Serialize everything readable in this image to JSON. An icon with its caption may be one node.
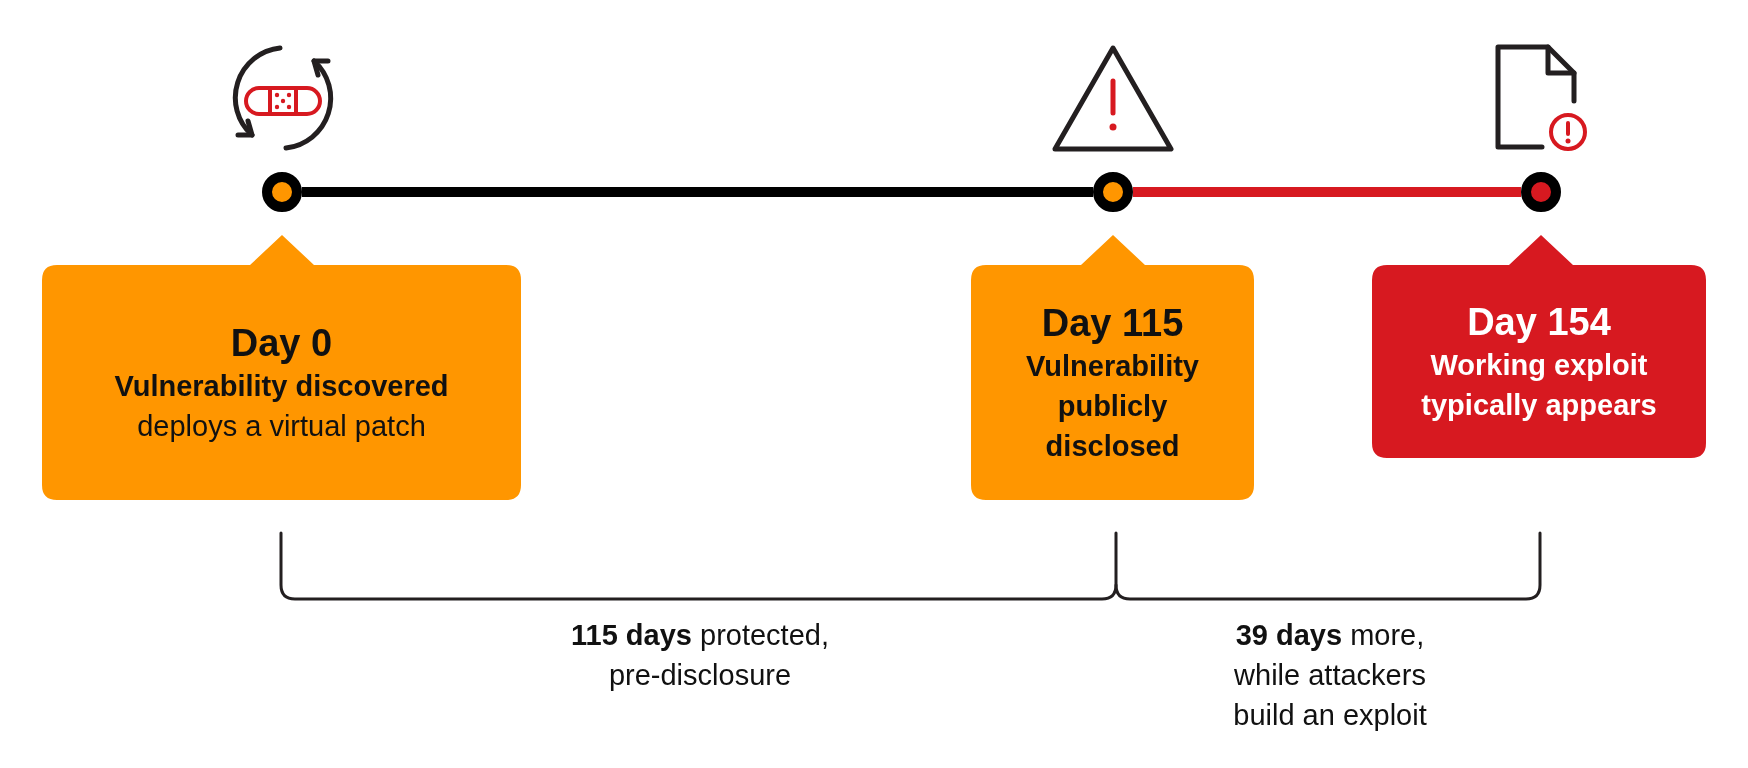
{
  "diagram": {
    "nodes": [
      {
        "text": [],
        "shape": "circle"
      },
      {
        "text": [],
        "shape": "circle"
      },
      {
        "text": [],
        "shape": "circle"
      },
      {
        "text": [
          "Day 0",
          "Vulnerability discovered",
          "deploys a virtual patch"
        ]
      },
      {
        "text": [
          "Day 115",
          "Vulnerability publicly disclosed"
        ]
      },
      {
        "text": [
          "Day 154",
          "Working exploit typically appears"
        ]
      }
    ],
    "edges": [
      {
        "from": 0,
        "to": 1,
        "arrow": "none"
      },
      {
        "from": 1,
        "to": 2,
        "arrow": "none",
        "color": "#d71920"
      }
    ],
    "labels": [
      "**115 days** protected, pre-disclosure",
      "**39 days** more, while attackers build an exploit"
    ]
  }
}
